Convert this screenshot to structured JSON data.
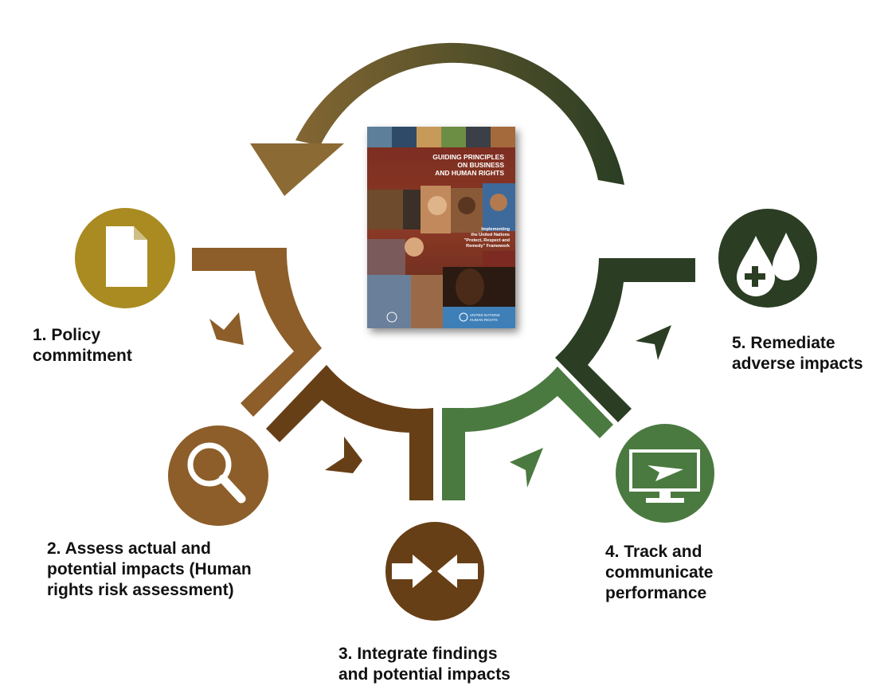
{
  "colors": {
    "step1": "#a98b21",
    "step2": "#8d5e2a",
    "step3": "#673f16",
    "step4": "#4b7a40",
    "step5": "#2b3e23",
    "arrow_start": "#8c6a34",
    "arrow_end": "#2b3e23"
  },
  "steps": [
    {
      "line1": "1. Policy",
      "line2": "commitment",
      "icon": "document-icon"
    },
    {
      "line1": "2. Assess actual and",
      "line2": "potential impacts (Human",
      "line3": "rights risk assessment)",
      "icon": "magnifier-icon"
    },
    {
      "line1": "3. Integrate findings",
      "line2": "and potential impacts",
      "icon": "converging-arrows-icon"
    },
    {
      "line1": "4. Track and",
      "line2": "communicate",
      "line3": "performance",
      "icon": "monitor-icon"
    },
    {
      "line1": "5. Remediate",
      "line2": "adverse impacts",
      "icon": "drops-icon"
    }
  ],
  "cover": {
    "title_line1": "GUIDING PRINCIPLES",
    "title_line2": "ON BUSINESS",
    "title_line3": "AND HUMAN RIGHTS",
    "subtitle_line1": "Implementing",
    "subtitle_line2": "the United Nations",
    "subtitle_line3": "\"Protect, Respect and",
    "subtitle_line4": "Remedy\" Framework",
    "publisher_line1": "UNITED NATIONS",
    "publisher_line2": "HUMAN RIGHTS"
  }
}
